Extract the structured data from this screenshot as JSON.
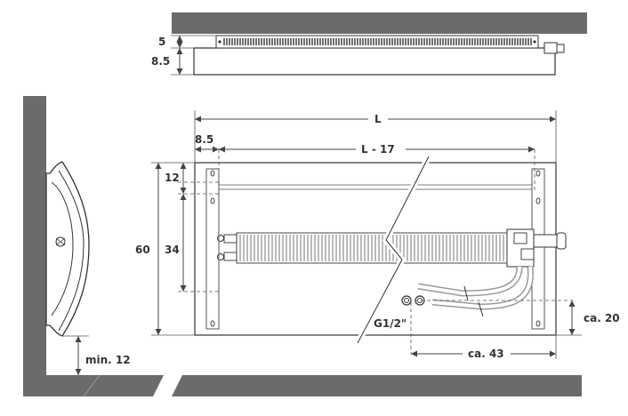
{
  "dimensions": {
    "top_gap": "5",
    "top_depth": "8.5",
    "total_length": "L",
    "side_offset": "8.5",
    "inner_length": "L - 17",
    "height_total": "60",
    "top_margin": "12",
    "heater_height": "34",
    "min_floor": "min. 12",
    "connection": "G1/2\"",
    "conn_height": "ca. 20",
    "conn_offset": "ca. 43"
  },
  "colors": {
    "wall": "#6b6b6b",
    "line": "#444444",
    "text": "#333333"
  }
}
